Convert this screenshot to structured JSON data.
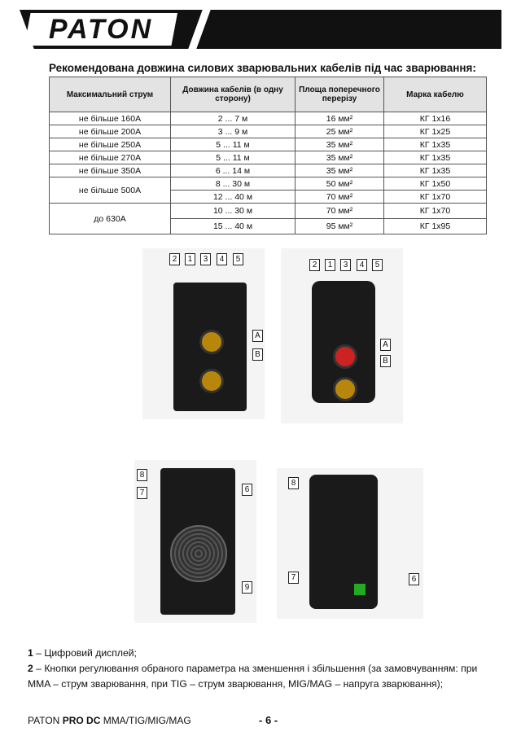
{
  "header": {
    "logo": "PATON"
  },
  "table_title": "Рекомендована довжина силових зварювальних кабелів під час зварювання:",
  "table": {
    "headers": [
      "Максимальний струм",
      "Довжина кабелів (в одну сторону)",
      "Площа поперечного перерізу",
      "Марка кабелю"
    ],
    "rows": [
      [
        "не більше 160А",
        "2 ... 7 м",
        "16 мм²",
        "КГ 1х16"
      ],
      [
        "не більше 200А",
        "3 ... 9 м",
        "25 мм²",
        "КГ 1х25"
      ],
      [
        "не більше 250А",
        "5 ... 11 м",
        "35 мм²",
        "КГ 1х35"
      ],
      [
        "не більше 270А",
        "5 ... 11 м",
        "35 мм²",
        "КГ 1х35"
      ],
      [
        "не більше 350А",
        "6 ... 14 м",
        "35 мм²",
        "КГ 1х35"
      ],
      [
        "не більше 500А",
        "8 ... 30 м",
        "50 мм²",
        "КГ 1х50"
      ],
      [
        "",
        "12 ... 40 м",
        "70 мм²",
        "КГ 1х70"
      ],
      [
        "до 630А",
        "10 ... 30 м",
        "70 мм²",
        "КГ 1х70"
      ],
      [
        "",
        "15 ... 40 м",
        "95 мм²",
        "КГ 1х95"
      ]
    ]
  },
  "callouts": {
    "n1": "1",
    "n2": "2",
    "n3": "3",
    "n4": "4",
    "n5": "5",
    "n6": "6",
    "n7": "7",
    "n8": "8",
    "n9": "9",
    "A": "A",
    "B": "B"
  },
  "description": {
    "item1_num": "1",
    "item1_text": " – Цифровий дисплей;",
    "item2_num": "2",
    "item2_text": " – Кнопки регулювання обраного параметра на зменшення і збільшення (за замовчуванням: при MMA – струм зварювання, при TIG – струм зварювання, MIG/MAG – напруга зварювання);"
  },
  "footer": {
    "brand": "PATON ",
    "model": "PRO DC",
    "modes": " MMA/TIG/MIG/MAG",
    "page": "- 6 -"
  }
}
